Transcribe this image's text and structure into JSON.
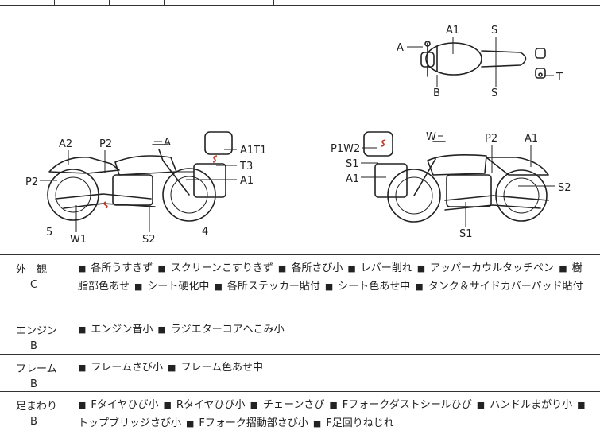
{
  "diagram": {
    "top_view": {
      "labels": {
        "a": "A",
        "a1": "A1",
        "s_top": "S",
        "b": "B",
        "s_bottom": "S",
        "t": "T"
      }
    },
    "left_view": {
      "labels": {
        "a2": "A2",
        "p2": "P2",
        "a": "A",
        "a1t1": "A1T1",
        "t3": "T3",
        "a1": "A1",
        "p2_left": "P2",
        "five": "5",
        "w1": "W1",
        "s2": "S2",
        "four": "4"
      }
    },
    "right_view": {
      "labels": {
        "w": "W",
        "p1w2": "P1W2",
        "s1": "S1",
        "a1_left": "A1",
        "p2": "P2",
        "a1_right": "A1",
        "s2": "S2",
        "s1_bottom": "S1"
      }
    }
  },
  "sections": [
    {
      "category": "外　観",
      "grade": "C",
      "items": [
        "各所うすきず",
        "スクリーンこすりきず",
        "各所さび小",
        "レバー削れ",
        "アッパーカウルタッチペン",
        "樹脂部色あせ",
        "シート硬化中",
        "各所ステッカー貼付",
        "シート色あせ中",
        "タンク＆サイドカバーパッド貼付"
      ]
    },
    {
      "category": "エンジン",
      "grade": "B",
      "items": [
        "エンジン音小",
        "ラジエターコアへこみ小"
      ]
    },
    {
      "category": "フレーム",
      "grade": "B",
      "items": [
        "フレームさび小",
        "フレーム色あせ中"
      ]
    },
    {
      "category": "足まわり",
      "grade": "B",
      "items": [
        "Fタイヤひび小",
        "Rタイヤひび小",
        "チェーンさび",
        "Fフォークダストシールひび",
        "ハンドルまがり小",
        "トップブリッジさび小",
        "Fフォーク摺動部さび小",
        "F足回りねじれ"
      ]
    }
  ],
  "bullet": "■"
}
